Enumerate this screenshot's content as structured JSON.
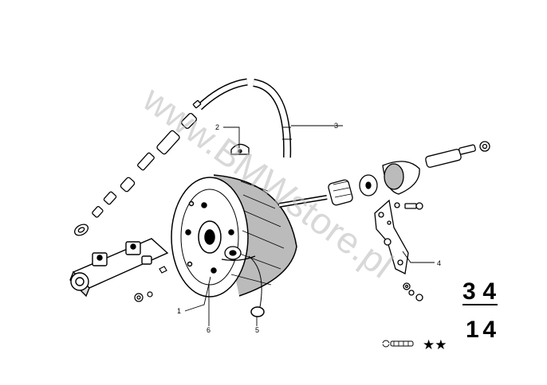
{
  "watermark": "www.BMWstore.pl",
  "callouts": {
    "c1": "1",
    "c2": "2",
    "c3": "3",
    "c4": "4",
    "c5": "5",
    "c6": "6"
  },
  "section": {
    "top": "34",
    "bottom": "14"
  },
  "legend": {
    "stars": "★★"
  }
}
